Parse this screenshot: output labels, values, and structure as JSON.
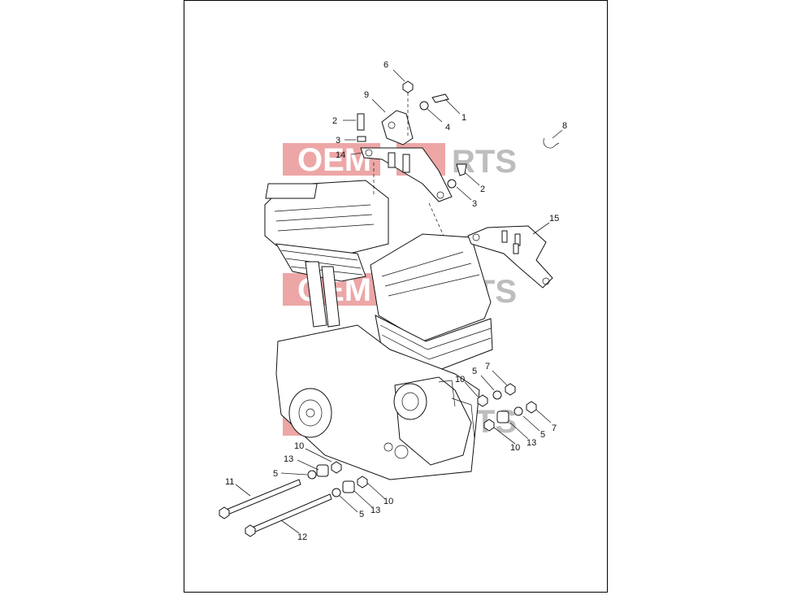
{
  "watermark": {
    "brand_left": "OEM",
    "brand_right": "RTS",
    "box_color": "#d83a3a",
    "text_color": "#bdbdbd"
  },
  "callouts": [
    {
      "id": "c6",
      "label": "6"
    },
    {
      "id": "c9",
      "label": "9"
    },
    {
      "id": "c1",
      "label": "1"
    },
    {
      "id": "c4",
      "label": "4"
    },
    {
      "id": "c2a",
      "label": "2"
    },
    {
      "id": "c3a",
      "label": "3"
    },
    {
      "id": "c14",
      "label": "14"
    },
    {
      "id": "c2b",
      "label": "2"
    },
    {
      "id": "c3b",
      "label": "3"
    },
    {
      "id": "c8",
      "label": "8"
    },
    {
      "id": "c15",
      "label": "15"
    },
    {
      "id": "c7a",
      "label": "7"
    },
    {
      "id": "c5a",
      "label": "5"
    },
    {
      "id": "c10a",
      "label": "10"
    },
    {
      "id": "c7b",
      "label": "7"
    },
    {
      "id": "c5b",
      "label": "5"
    },
    {
      "id": "c13a",
      "label": "13"
    },
    {
      "id": "c10b",
      "label": "10"
    },
    {
      "id": "c10c",
      "label": "10"
    },
    {
      "id": "c13b",
      "label": "13"
    },
    {
      "id": "c5c",
      "label": "5"
    },
    {
      "id": "c11",
      "label": "11"
    },
    {
      "id": "c10d",
      "label": "10"
    },
    {
      "id": "c13c",
      "label": "13"
    },
    {
      "id": "c5d",
      "label": "5"
    },
    {
      "id": "c12",
      "label": "12"
    }
  ]
}
